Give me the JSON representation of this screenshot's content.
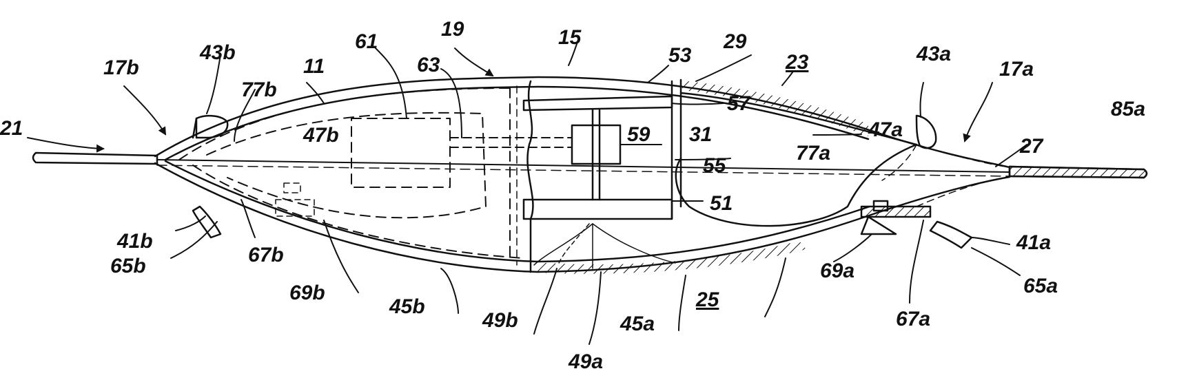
{
  "figure": {
    "labels": {
      "l_17b": "17b",
      "l_43b": "43b",
      "l_11": "11",
      "l_61": "61",
      "l_19": "19",
      "l_63": "63",
      "l_15": "15",
      "l_53": "53",
      "l_29": "29",
      "l_23": "23",
      "l_43a": "43a",
      "l_17a": "17a",
      "l_85a": "85a",
      "l_21": "21",
      "l_77b": "77b",
      "l_47b": "47b",
      "l_57": "57",
      "l_59": "59",
      "l_31": "31",
      "l_47a": "47a",
      "l_27": "27",
      "l_77a": "77a",
      "l_55": "55",
      "l_51": "51",
      "l_41b": "41b",
      "l_67b": "67b",
      "l_65b": "65b",
      "l_69b": "69b",
      "l_45b": "45b",
      "l_49b": "49b",
      "l_49a": "49a",
      "l_45a": "45a",
      "l_25": "25",
      "l_69a": "69a",
      "l_67a": "67a",
      "l_41a": "41a",
      "l_65a": "65a"
    }
  }
}
